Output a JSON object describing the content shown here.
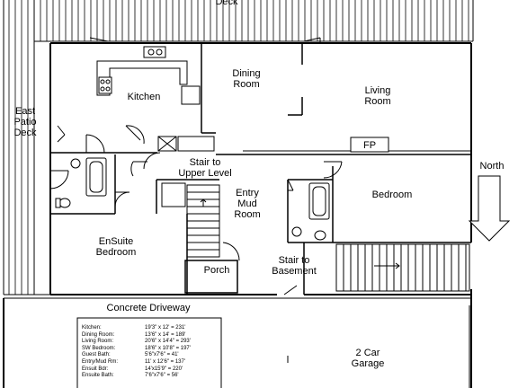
{
  "labels": {
    "deck": "Deck",
    "east_patio_deck": "East\nPatio\nDeck",
    "kitchen": "Kitchen",
    "dining_room": "Dining\nRoom",
    "living_room": "Living\nRoom",
    "fp": "FP",
    "stair_upper": "Stair to\nUpper Level",
    "entry": "Entry\nMud\nRoom",
    "bedroom": "Bedroom",
    "ensuite": "EnSuite\nBedroom",
    "porch": "Porch",
    "stair_basement": "Stair to\nBasement",
    "driveway": "Concrete Driveway",
    "garage": "2 Car\nGarage",
    "north": "North"
  },
  "room_sizes": [
    {
      "name": "Kitchen:",
      "size": "19'3\" x 12' = 231'"
    },
    {
      "name": "Dining Room:",
      "size": "13'6\" x 14' = 189'"
    },
    {
      "name": "Living Room:",
      "size": "20'6\" x 14'4\" = 293'"
    },
    {
      "name": "SW Bedroom:",
      "size": "18'6\" x 10'8\" = 197'"
    },
    {
      "name": "Guest Bath:",
      "size": "5'6\"x7'6\" = 41'"
    },
    {
      "name": "Entry/Mud Rm:",
      "size": "11' x 12'6\" = 137'"
    },
    {
      "name": "Ensuit Bdr:",
      "size": "14'x15'9\" = 220'"
    },
    {
      "name": "Ensuite Bath:",
      "size": "7'6\"x7'6\" = 56'"
    }
  ]
}
